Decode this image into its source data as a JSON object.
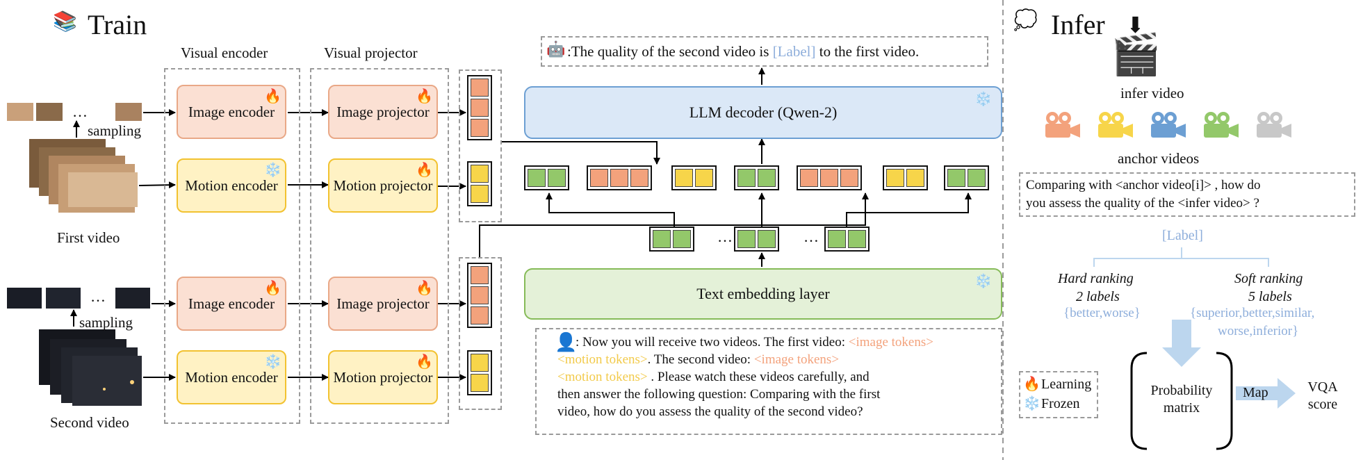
{
  "train": {
    "title": "Train",
    "icon": "bookshelf-icon"
  },
  "infer": {
    "title": "Infer",
    "icon": "thought-cloud-icon"
  },
  "columns": {
    "visual_encoder": "Visual encoder",
    "visual_projector": "Visual projector"
  },
  "modules": {
    "image_encoder": "Image encoder",
    "motion_encoder": "Motion encoder",
    "image_projector": "Image projector",
    "motion_projector": "Motion projector",
    "llm_decoder": "LLM decoder (Qwen-2)",
    "text_embedding": "Text embedding layer"
  },
  "videos": {
    "sampling": "sampling",
    "first": "First video",
    "second": "Second video",
    "dots": "…"
  },
  "output": {
    "prefix": ":The quality of the second video is ",
    "label": "[Label]",
    "suffix": " to the first video."
  },
  "prompt": {
    "p1": ": Now you will receive two videos. The first video: ",
    "t1": "<image tokens>",
    "t2": "<motion tokens>",
    "p2": ". The second video: ",
    "t3": "<image tokens>",
    "t4": "<motion tokens>",
    "p3": " . Please watch these videos carefully, and",
    "p4": "then answer the following question: Comparing with the first",
    "p5": "video, how do you assess the quality of the second video?"
  },
  "infer_panel": {
    "infer_video": "infer video",
    "anchor_videos": "anchor videos",
    "question_line1": "Comparing with <anchor video[i]> , how do",
    "question_line2": "you assess the quality of the <infer video> ?",
    "label": "[Label]",
    "hard_title": "Hard ranking",
    "hard_count": "2 labels",
    "hard_values": "{better,worse}",
    "soft_title": "Soft ranking",
    "soft_count": "5 labels",
    "soft_values_1": "{superior,better,similar,",
    "soft_values_2": "worse,inferior}",
    "legend_learning": "Learning",
    "legend_frozen": "Frozen",
    "prob_1": "Probability",
    "prob_2": "matrix",
    "map": "Map",
    "vqa_1": "VQA",
    "vqa_2": "score"
  },
  "colors": {
    "image_token": "#f3a27c",
    "motion_token": "#f7d54a",
    "text_token": "#93c86a",
    "camera_colors": [
      "#f3a27c",
      "#f7d54a",
      "#6c9fd3",
      "#93c86a",
      "#c8c8c8"
    ]
  }
}
